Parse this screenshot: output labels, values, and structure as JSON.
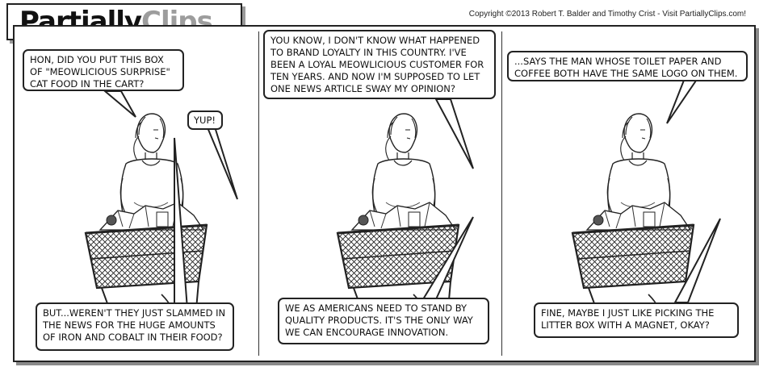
{
  "logo": {
    "part1": "Partially",
    "part2": "Clips"
  },
  "copyright": "Copyright ©2013 Robert T. Balder and Timothy Crist - Visit PartiallyClips.com!",
  "panels": [
    {
      "top_balloon": "HON, DID YOU PUT THIS BOX OF \"MEOWLICIOUS SURPRISE\" CAT FOOD IN THE CART?",
      "reply_balloon": "YUP!",
      "bottom_balloon": "BUT...WEREN'T THEY JUST SLAMMED IN THE NEWS FOR THE HUGE AMOUNTS OF IRON AND COBALT IN THEIR FOOD?"
    },
    {
      "top_balloon": "YOU KNOW, I DON'T KNOW WHAT HAPPENED TO BRAND LOYALTY IN THIS COUNTRY.  I'VE BEEN A LOYAL MEOWLICIOUS CUSTOMER FOR TEN YEARS.  AND NOW I'M SUPPOSED TO LET ONE NEWS ARTICLE SWAY MY OPINION?",
      "bottom_balloon": "WE AS AMERICANS NEED TO STAND BY QUALITY PRODUCTS.  IT'S THE ONLY WAY WE CAN ENCOURAGE INNOVATION."
    },
    {
      "top_balloon": "...SAYS THE MAN WHOSE TOILET PAPER AND COFFEE BOTH HAVE THE SAME LOGO ON THEM.",
      "bottom_balloon": "FINE, MAYBE I JUST LIKE PICKING THE LITTER BOX WITH A MAGNET, OKAY?"
    }
  ]
}
